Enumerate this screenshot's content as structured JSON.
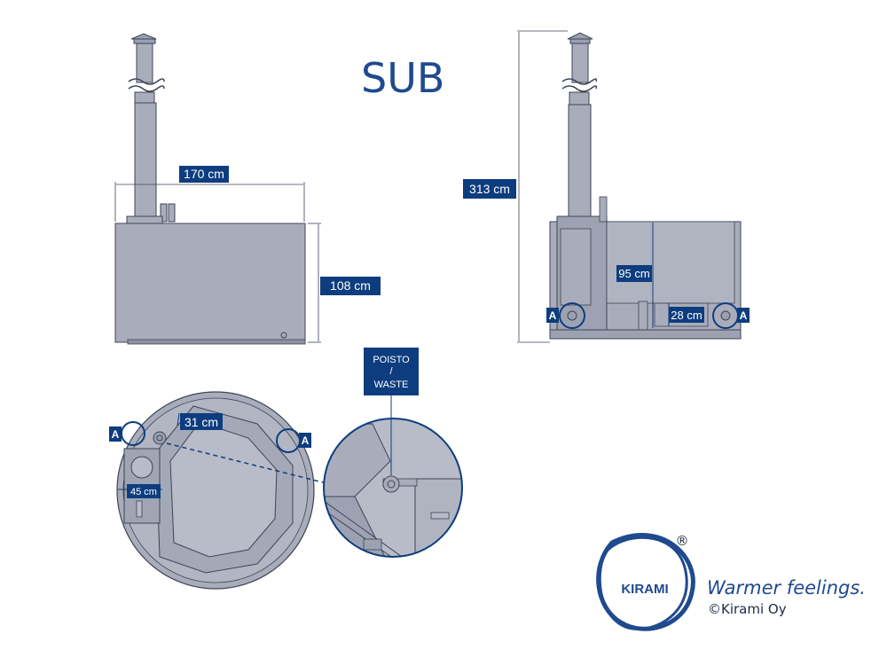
{
  "title": "SUB",
  "front_view": {
    "width_label": "170 cm",
    "height_label": "108 cm"
  },
  "side_view": {
    "total_height_label": "313 cm",
    "inner_depth_label": "95 cm",
    "bench_label": "28 cm",
    "marker_left": "A",
    "marker_right": "A"
  },
  "top_view": {
    "stove_offset_label": "31 cm",
    "stove_width_label": "45 cm",
    "marker_left": "A",
    "marker_right": "A"
  },
  "detail": {
    "waste_line1": "POISTO",
    "waste_line2": "/",
    "waste_line3": "WASTE"
  },
  "brand": {
    "name": "KIRAMI",
    "registered": "®",
    "slogan": "Warmer feelings.",
    "copyright": "©Kirami Oy"
  },
  "colors": {
    "body": "#a9adbb",
    "body_dark": "#8e93a3",
    "line": "#3f4456",
    "accent": "#0d3d7e",
    "brand": "#1f4a8e"
  }
}
